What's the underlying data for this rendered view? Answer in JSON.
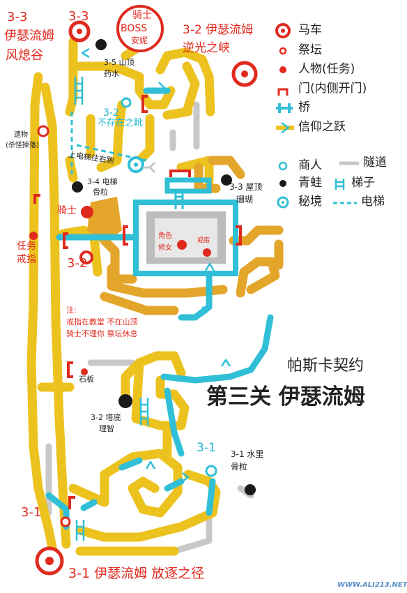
{
  "map": {
    "title": "帕斯卡契约",
    "subtitle": "第三关 伊瑟流姆",
    "watermark": "WWW.ALI213.NET",
    "colors": {
      "main_path": "#ecc21f",
      "orange_path": "#e3a52a",
      "bridge": "#30bfd6",
      "tunnel": "#c8c8c8",
      "red": "#e02a1e",
      "dark": "#1a1a1a"
    }
  },
  "legend": {
    "carriage": "马车",
    "altar": "祭坛",
    "npc": "人物(任务)",
    "door": "门(内侧开门)",
    "bridge": "桥",
    "faith_leap": "信仰之跃",
    "merchant": "商人",
    "tunnel": "隧道",
    "frog": "青蛙",
    "ladder": "梯子",
    "secret": "秘境",
    "elevator": "电梯"
  },
  "labels": {
    "l33_a": "3-3",
    "l33_b": "伊瑟流姆",
    "l33_c": "风熄谷",
    "l33_top": "3-3",
    "boss_1": "骑士",
    "boss_2": "BOSS",
    "boss_3": "安妮",
    "l32_a": "3-2 伊瑟流姆",
    "l32_b": "逆光之峡",
    "potion_1": "3-5 山顶",
    "potion_2": "药水",
    "nonexist_1": "3-2",
    "nonexist_2": "不存在之靴",
    "relic_1": "遗物",
    "relic_2": "(杀怪掉落)",
    "elevator_hint": "上电梯往右跑",
    "bone_1": "3-4 电梯",
    "bone_2": "骨粒",
    "roof_1": "3-3 屋顶",
    "roof_2": "珊瑚",
    "knight": "骑士",
    "quest_1": "任务",
    "quest_2": "戒指",
    "l32_mid": "3-2",
    "role_1": "角色",
    "role_2": "修女",
    "ring": "戒指",
    "note_1": "注:",
    "note_2": "戒指在教堂 不在山顶",
    "note_3": "骑士不理你 祭坛休息",
    "slab": "石板",
    "tower_1": "3-2 塔底",
    "tower_2": "理智",
    "l31_cyan": "3-1",
    "water_1": "3-1 水里",
    "water_2": "骨粒",
    "l31_left": "3-1",
    "l31_bottom": "3-1 伊瑟流姆 放逐之径"
  }
}
